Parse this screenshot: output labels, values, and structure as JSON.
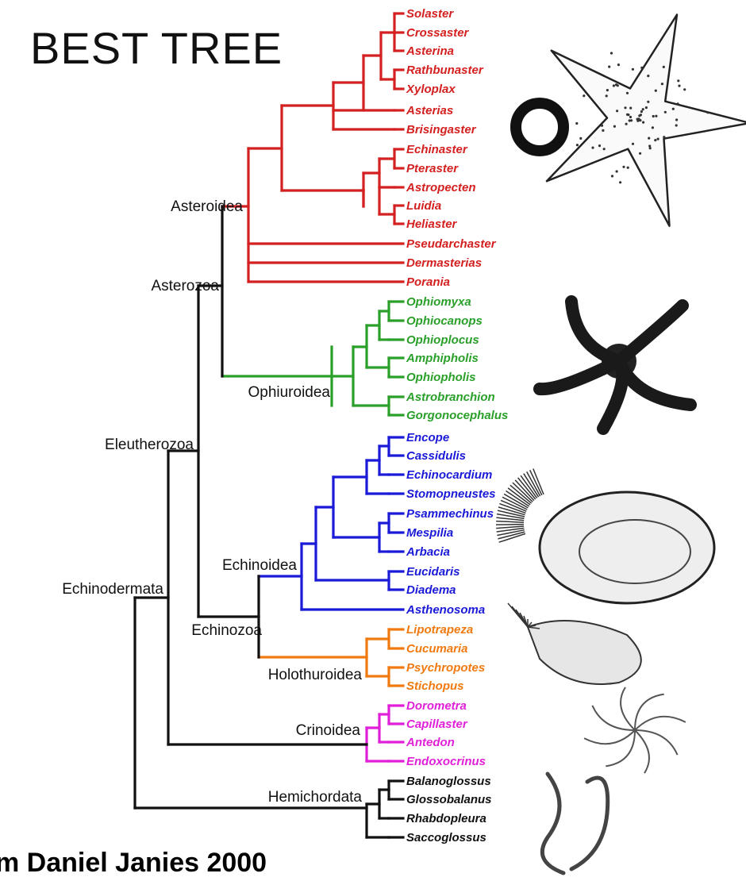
{
  "title": "BEST TREE",
  "credit": "m Daniel Janies 2000",
  "colors": {
    "asteroidea": "#d42020",
    "ophiuroidea": "#2aa02a",
    "echinoidea": "#1a1ad8",
    "holothuroidea": "#f07a10",
    "crinoidea": "#e020d8",
    "hemichordata": "#111111",
    "backbone": "#111111"
  },
  "clade_labels": {
    "asteroidea": "Asteroidea",
    "asterozoa": "Asterozoa",
    "ophiuroidea": "Ophiuroidea",
    "eleutherozoa": "Eleutherozoa",
    "echinoidea": "Echinoidea",
    "echinodermata": "Echinodermata",
    "echinozoa": "Echinozoa",
    "holothuroidea": "Holothuroidea",
    "crinoidea": "Crinoidea",
    "hemichordata": "Hemichordata"
  },
  "taxa": {
    "asteroidea": [
      "Solaster",
      "Crossaster",
      "Asterina",
      "Rathbunaster",
      "Xyloplax",
      "Asterias",
      "Brisingaster",
      "Echinaster",
      "Pteraster",
      "Astropecten",
      "Luidia",
      "Heliaster",
      "Pseudarchaster",
      "Dermasterias",
      "Porania"
    ],
    "ophiuroidea": [
      "Ophiomyxa",
      "Ophiocanops",
      "Ophioplocus",
      "Amphipholis",
      "Ophiopholis",
      "Astrobranchion",
      "Gorgonocephalus"
    ],
    "echinoidea": [
      "Encope",
      "Cassidulis",
      "Echinocardium",
      "Stomopneustes",
      "Psammechinus",
      "Mespilia",
      "Arbacia",
      "Eucidaris",
      "Diadema",
      "Asthenosoma"
    ],
    "holothuroidea": [
      "Lipotrapeza",
      "Cucumaria",
      "Psychropotes",
      "Stichopus"
    ],
    "crinoidea": [
      "Dorometra",
      "Capillaster",
      "Antedon",
      "Endoxocrinus"
    ],
    "hemichordata": [
      "Balanoglossus",
      "Glossobalanus",
      "Rhabdopleura",
      "Saccoglossus"
    ]
  },
  "illustrations": [
    "sea-star",
    "brittle-star",
    "sea-urchin",
    "sea-cucumber",
    "feather-star",
    "acorn-worm"
  ]
}
